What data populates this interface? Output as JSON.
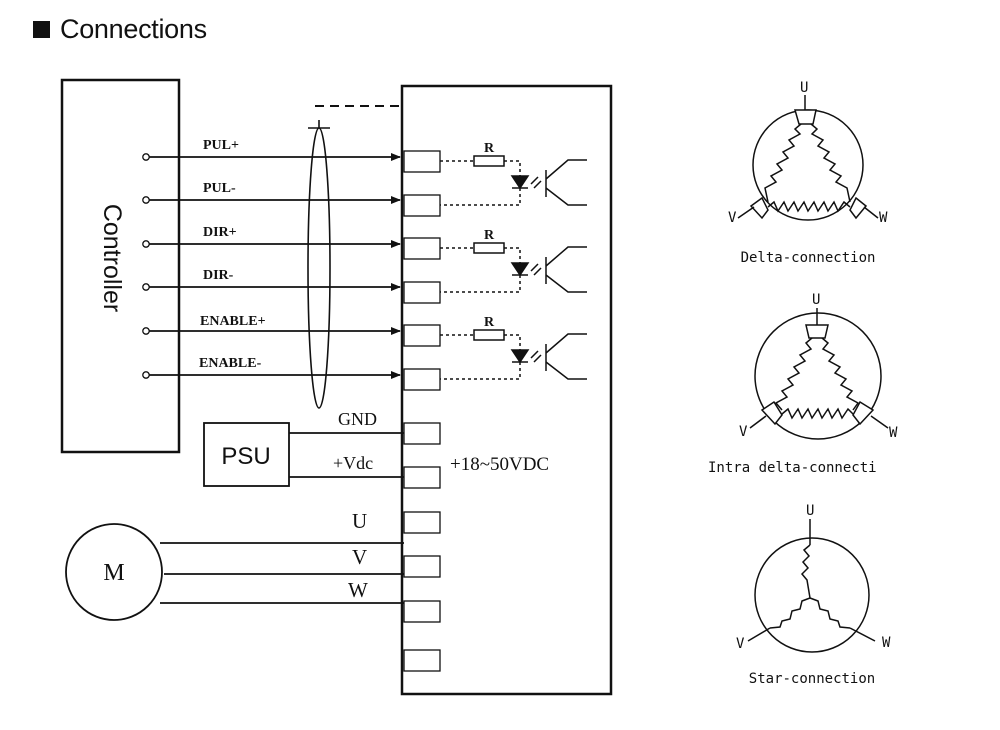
{
  "header": {
    "title": "Connections"
  },
  "controller": {
    "label": "Controller"
  },
  "signals": [
    {
      "label": "PUL+"
    },
    {
      "label": "PUL-"
    },
    {
      "label": "DIR+"
    },
    {
      "label": "DIR-"
    },
    {
      "label": "ENABLE+"
    },
    {
      "label": "ENABLE-"
    }
  ],
  "resistor_label": "R",
  "power": {
    "psu_label": "PSU",
    "gnd_label": "GND",
    "vdc_label": "+Vdc",
    "voltage_range": "+18~50VDC"
  },
  "motor": {
    "label": "M",
    "phases": [
      "U",
      "V",
      "W"
    ]
  },
  "connection_types": [
    {
      "caption": "Delta-connection",
      "u": "U",
      "v": "V",
      "w": "W"
    },
    {
      "caption": "Intra delta-connecti",
      "u": "U",
      "v": "V",
      "w": "W"
    },
    {
      "caption": "Star-connection",
      "u": "U",
      "v": "V",
      "w": "W"
    }
  ]
}
